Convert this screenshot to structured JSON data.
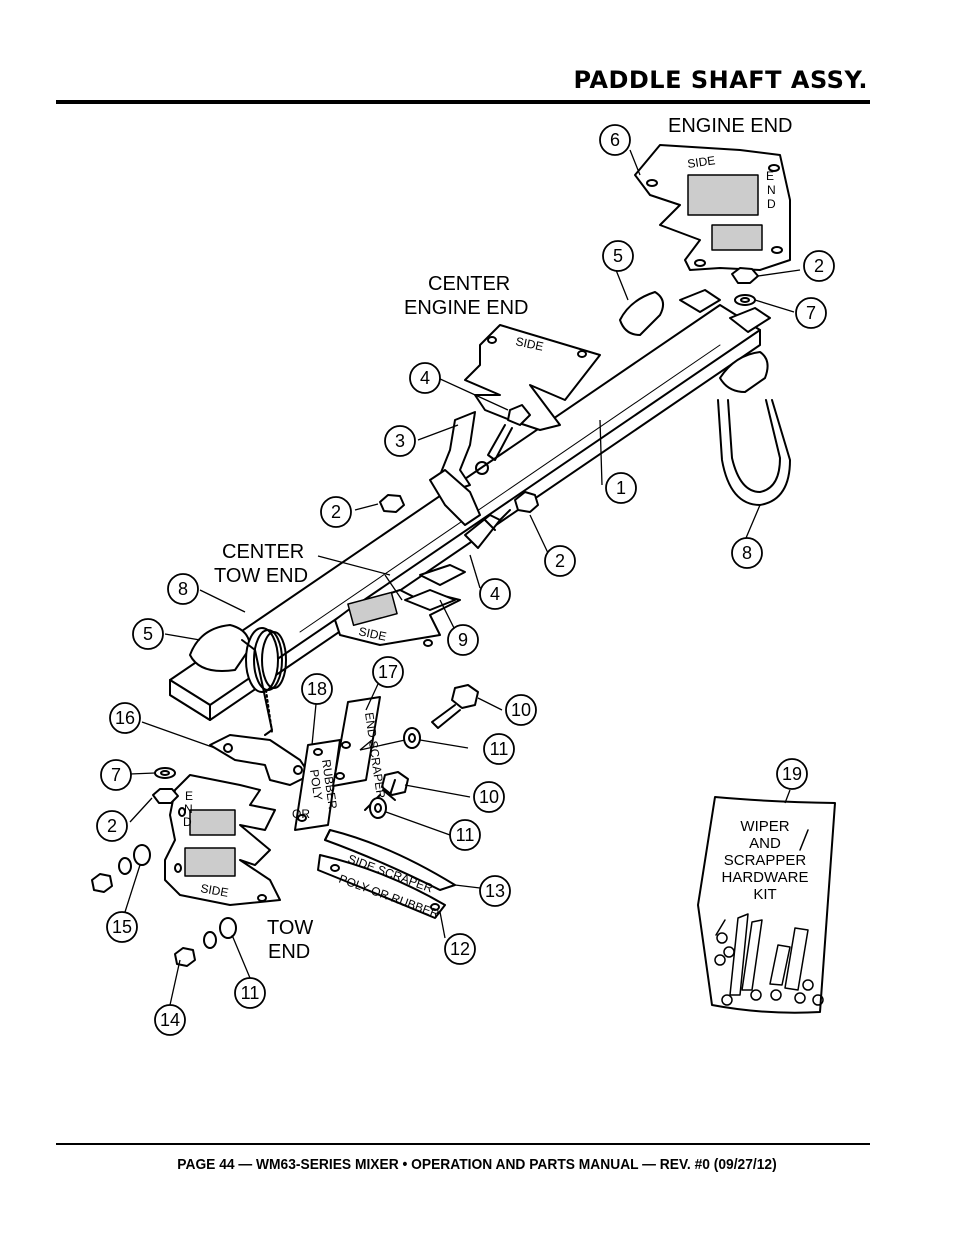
{
  "header": {
    "title": "PADDLE SHAFT ASSY."
  },
  "footer": {
    "text": "PAGE 44 — WM63-SERIES MIXER • OPERATION AND PARTS MANUAL — REV. #0 (09/27/12)"
  },
  "labels": {
    "engine_end": "ENGINE END",
    "center_engine_end_1": "CENTER",
    "center_engine_end_2": "ENGINE END",
    "center_tow_end_1": "CENTER",
    "center_tow_end_2": "TOW END",
    "tow_end_1": "TOW",
    "tow_end_2": "END"
  },
  "kit": {
    "line1": "WIPER",
    "line2": "AND",
    "line3": "SCRAPPER",
    "line4": "HARDWARE",
    "line5": "KIT"
  },
  "part_text": {
    "side": "SIDE",
    "e": "E",
    "n": "N",
    "d": "D",
    "side_scraper": "SIDE SCRAPER",
    "poly_or_rubber": "POLY OR RUBBER",
    "end_scraper": "END SCRAPER",
    "poly": "POLY",
    "or": "OR",
    "rubber": "RUBBER"
  },
  "callouts": [
    "6",
    "5",
    "2",
    "7",
    "4",
    "3",
    "1",
    "2",
    "2",
    "4",
    "9",
    "8",
    "8",
    "5",
    "18",
    "17",
    "10",
    "11",
    "10",
    "11",
    "16",
    "7",
    "2",
    "13",
    "12",
    "15",
    "11",
    "14",
    "19"
  ]
}
